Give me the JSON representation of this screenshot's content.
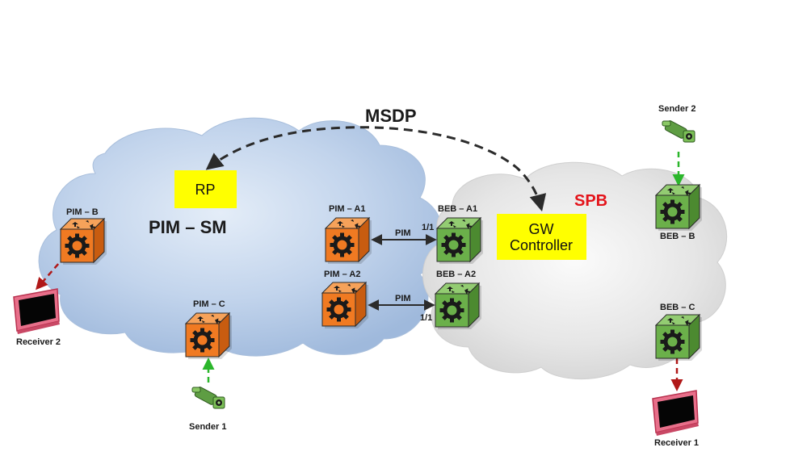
{
  "labels": {
    "msdp": "MSDP",
    "rp": "RP",
    "pim_sm": "PIM – SM",
    "spb": "SPB",
    "gw_line1": "GW",
    "gw_line2": "Controller",
    "pim_a1": "PIM – A1",
    "pim_a2": "PIM – A2",
    "pim_b": "PIM – B",
    "pim_c": "PIM – C",
    "beb_a1": "BEB – A1",
    "beb_a2": "BEB – A2",
    "beb_b": "BEB – B",
    "beb_c": "BEB – C",
    "link_pim_top": "PIM",
    "link_pim_bottom": "PIM",
    "port_top": "1/1",
    "port_bottom": "1/1",
    "sender1": "Sender 1",
    "sender2": "Sender 2",
    "receiver1": "Receiver 1",
    "receiver2": "Receiver 2"
  },
  "colors": {
    "pim_router": "#f07a22",
    "spb_router": "#6bb04a",
    "highlight_box": "#ffff00",
    "spb_text": "#e4141b",
    "receive_arrow": "#b01818",
    "send_arrow": "#2bb62b",
    "pim_cloud": "#b8cde6",
    "spb_cloud": "#e2e2e2",
    "monitor_frame": "#e05472"
  },
  "icons": {
    "router": "router-icon",
    "sender": "camera-icon",
    "receiver": "monitor-icon"
  }
}
